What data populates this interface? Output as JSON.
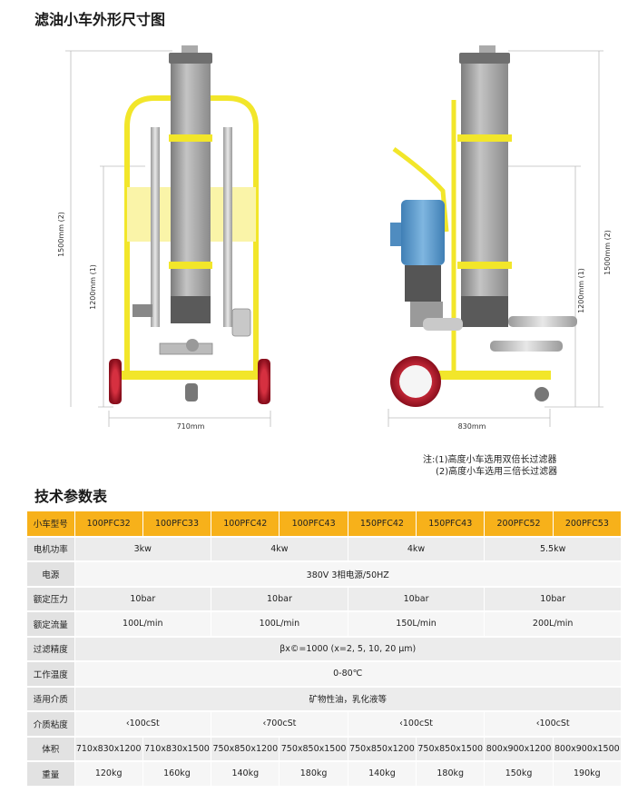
{
  "title_dimensions": "滤油小车外形尺寸图",
  "title_specs": "技术参数表",
  "drawing": {
    "front": {
      "height_total": "1500mm (2)",
      "height_short": "1200mm (1)",
      "width": "710mm"
    },
    "side": {
      "height_total": "1500mm (2)",
      "height_short": "1200mm (1)",
      "depth": "830mm"
    },
    "colors": {
      "frame": "#f2e62a",
      "filter": "#9a9a9a",
      "motor": "#5b9bd5",
      "wheel": "#b0152a"
    }
  },
  "note": {
    "line1": "注:(1)高度小车选用双倍长过滤器",
    "line2": "(2)高度小车选用三倍长过滤器"
  },
  "table": {
    "header_label": "小车型号",
    "models": [
      "100PFC32",
      "100PFC33",
      "100PFC42",
      "100PFC43",
      "150PFC42",
      "150PFC43",
      "200PFC52",
      "200PFC53"
    ],
    "motor_power": {
      "label": "电机功率",
      "values": [
        "3kw",
        "4kw",
        "4kw",
        "5.5kw"
      ]
    },
    "power_supply": {
      "label": "电源",
      "value": "380V 3相电源/50HZ"
    },
    "rated_pressure": {
      "label": "额定压力",
      "values": [
        "10bar",
        "10bar",
        "10bar",
        "10bar"
      ]
    },
    "rated_flow": {
      "label": "额定流量",
      "values": [
        "100L/min",
        "100L/min",
        "150L/min",
        "200L/min"
      ]
    },
    "filter_precision": {
      "label": "过滤精度",
      "value": "βx©=1000 (x=2, 5, 10, 20 μm)"
    },
    "work_temp": {
      "label": "工作温度",
      "value": "0-80℃"
    },
    "medium": {
      "label": "适用介质",
      "value": "矿物性油，乳化液等"
    },
    "viscosity": {
      "label": "介质粘度",
      "values": [
        "‹100cSt",
        "‹700cSt",
        "‹100cSt",
        "‹100cSt"
      ]
    },
    "volume": {
      "label": "体积",
      "values": [
        "710x830x1200",
        "710x830x1500",
        "750x850x1200",
        "750x850x1500",
        "750x850x1200",
        "750x850x1500",
        "800x900x1200",
        "800x900x1500"
      ]
    },
    "weight": {
      "label": "重量",
      "values": [
        "120kg",
        "160kg",
        "140kg",
        "180kg",
        "140kg",
        "180kg",
        "150kg",
        "190kg"
      ]
    }
  }
}
